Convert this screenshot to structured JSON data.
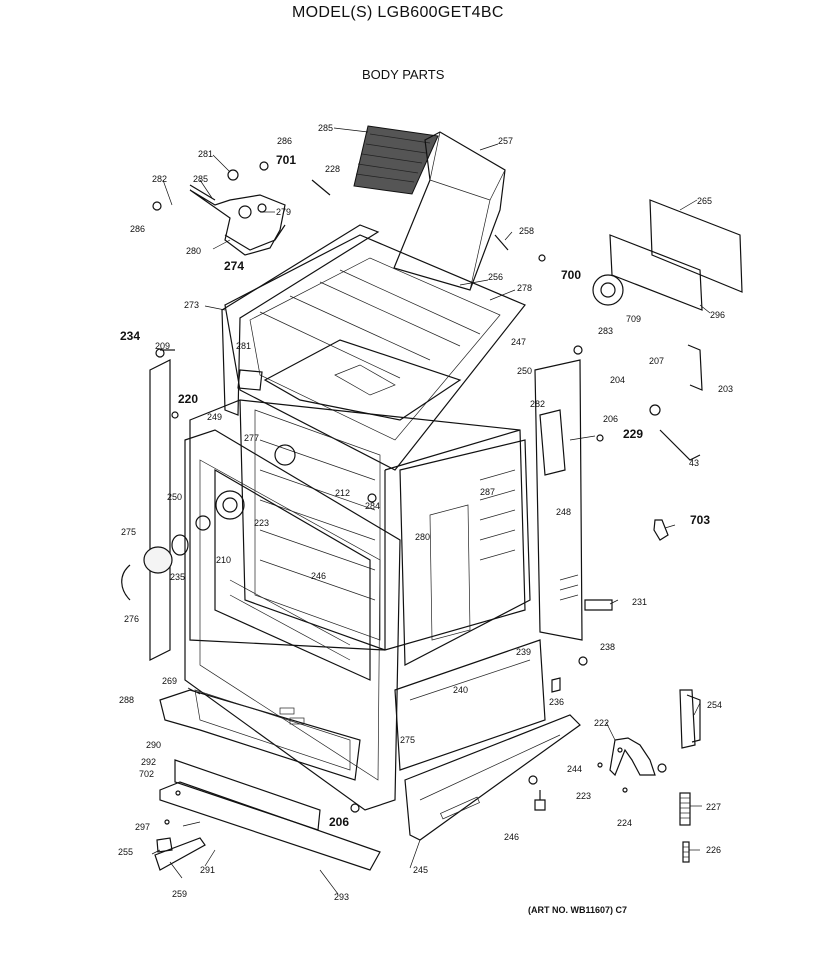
{
  "header": {
    "title": "MODEL(S) LGB600GET4BC",
    "subtitle": "BODY PARTS",
    "art_no": "(ART NO. WB11607) C7"
  },
  "callouts": [
    {
      "id": "c286a",
      "text": "286"
    },
    {
      "id": "c701",
      "text": "701",
      "big": true
    },
    {
      "id": "c281a",
      "text": "281"
    },
    {
      "id": "c285a",
      "text": "285"
    },
    {
      "id": "c257",
      "text": "257"
    },
    {
      "id": "c282a",
      "text": "282"
    },
    {
      "id": "c285b",
      "text": "285"
    },
    {
      "id": "c228a",
      "text": "228"
    },
    {
      "id": "c279",
      "text": "279"
    },
    {
      "id": "c265",
      "text": "265"
    },
    {
      "id": "c286b",
      "text": "286"
    },
    {
      "id": "c280",
      "text": "280"
    },
    {
      "id": "c274",
      "text": "274",
      "big": true
    },
    {
      "id": "c258",
      "text": "258"
    },
    {
      "id": "c700",
      "text": "700",
      "big": true
    },
    {
      "id": "c256",
      "text": "256"
    },
    {
      "id": "c278",
      "text": "278"
    },
    {
      "id": "c273",
      "text": "273"
    },
    {
      "id": "c709",
      "text": "709"
    },
    {
      "id": "c296",
      "text": "296"
    },
    {
      "id": "c234",
      "text": "234",
      "big": true
    },
    {
      "id": "c209",
      "text": "209"
    },
    {
      "id": "c283a",
      "text": "283"
    },
    {
      "id": "c281b",
      "text": "281"
    },
    {
      "id": "c247",
      "text": "247"
    },
    {
      "id": "c207",
      "text": "207"
    },
    {
      "id": "c204",
      "text": "204"
    },
    {
      "id": "c203",
      "text": "203"
    },
    {
      "id": "c220",
      "text": "220",
      "big": true
    },
    {
      "id": "c250a",
      "text": "250"
    },
    {
      "id": "c282b",
      "text": "282"
    },
    {
      "id": "c206a",
      "text": "206"
    },
    {
      "id": "c249",
      "text": "249"
    },
    {
      "id": "c277",
      "text": "277"
    },
    {
      "id": "c229",
      "text": "229",
      "big": true
    },
    {
      "id": "c43",
      "text": "43"
    },
    {
      "id": "c212",
      "text": "212"
    },
    {
      "id": "c250b",
      "text": "250"
    },
    {
      "id": "c284",
      "text": "284"
    },
    {
      "id": "c287",
      "text": "287"
    },
    {
      "id": "c223a",
      "text": "223"
    },
    {
      "id": "c703",
      "text": "703",
      "big": true
    },
    {
      "id": "c275",
      "text": "275"
    },
    {
      "id": "c280b",
      "text": "280"
    },
    {
      "id": "c248",
      "text": "248"
    },
    {
      "id": "c210",
      "text": "210"
    },
    {
      "id": "c246",
      "text": "246"
    },
    {
      "id": "c235",
      "text": "235"
    },
    {
      "id": "c231",
      "text": "231"
    },
    {
      "id": "c276",
      "text": "276"
    },
    {
      "id": "c238",
      "text": "238"
    },
    {
      "id": "c239",
      "text": "239"
    },
    {
      "id": "c269",
      "text": "269"
    },
    {
      "id": "c236",
      "text": "236"
    },
    {
      "id": "c288",
      "text": "288"
    },
    {
      "id": "c240",
      "text": "240"
    },
    {
      "id": "c254",
      "text": "254"
    },
    {
      "id": "c222",
      "text": "222"
    },
    {
      "id": "c290",
      "text": "290"
    },
    {
      "id": "c275b",
      "text": "275"
    },
    {
      "id": "c292",
      "text": "292"
    },
    {
      "id": "c702",
      "text": "702"
    },
    {
      "id": "c244",
      "text": "244"
    },
    {
      "id": "c223b",
      "text": "223"
    },
    {
      "id": "c227",
      "text": "227"
    },
    {
      "id": "c297",
      "text": "297"
    },
    {
      "id": "c206b",
      "text": "206",
      "big": true
    },
    {
      "id": "c246b",
      "text": "246"
    },
    {
      "id": "c224",
      "text": "224"
    },
    {
      "id": "c255",
      "text": "255"
    },
    {
      "id": "c226",
      "text": "226"
    },
    {
      "id": "c291",
      "text": "291"
    },
    {
      "id": "c245",
      "text": "245"
    },
    {
      "id": "c259",
      "text": "259"
    },
    {
      "id": "c293",
      "text": "293"
    }
  ]
}
